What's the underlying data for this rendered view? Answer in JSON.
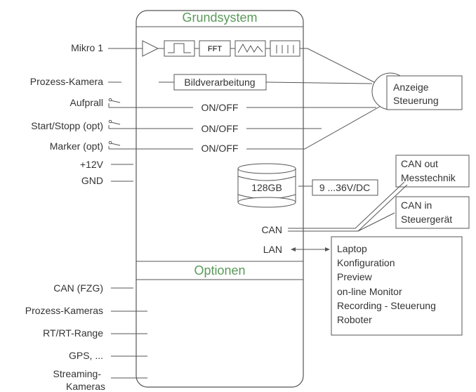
{
  "colors": {
    "section_title": "#5a9a5a",
    "line": "#555555",
    "text": "#333333",
    "background": "#ffffff"
  },
  "sections": {
    "main": "Grundsystem",
    "options": "Optionen"
  },
  "inputs": {
    "mikro": "Mikro 1",
    "prozess_kamera": "Prozess-Kamera",
    "aufprall": "Aufprall",
    "start_stopp": "Start/Stopp (opt)",
    "marker": "Marker (opt)",
    "plus12v": "+12V",
    "gnd": "GND"
  },
  "chain": {
    "fft": "FFT"
  },
  "blocks": {
    "bildverarbeitung": "Bildverarbeitung",
    "onoff": "ON/OFF",
    "storage": "128GB",
    "voltage": "9 ...36V/DC"
  },
  "ports": {
    "can": "CAN",
    "lan": "LAN"
  },
  "outputs": {
    "anzeige": [
      "Anzeige",
      "Steuerung"
    ],
    "can_out": [
      "CAN out",
      "Messtechnik"
    ],
    "can_in": [
      "CAN in",
      "Steuergerät"
    ],
    "laptop": [
      "Laptop",
      "Konfiguration",
      "Preview",
      "on-line Monitor",
      "Recording - Steuerung",
      "Roboter"
    ]
  },
  "options": {
    "can_fzg": "CAN (FZG)",
    "prozess_kameras": "Prozess-Kameras",
    "rt_range": "RT/RT-Range",
    "gps": "GPS, ...",
    "streaming": [
      "Streaming-",
      "Kameras"
    ]
  }
}
